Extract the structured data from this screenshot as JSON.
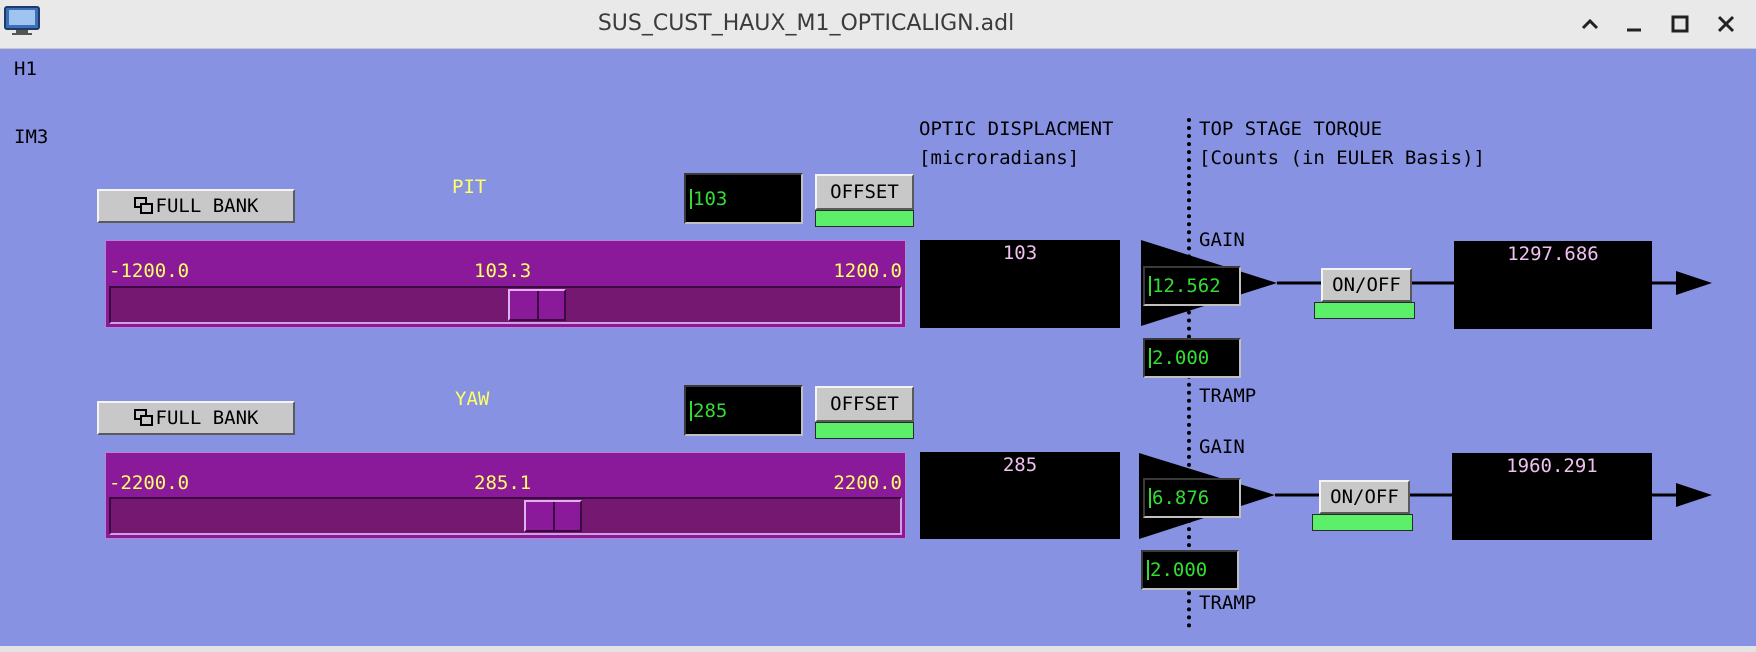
{
  "window": {
    "title": "SUS_CUST_HAUX_M1_OPTICALIGN.adl"
  },
  "labels": {
    "site": "H1",
    "stage": "IM3",
    "optic_heading": "OPTIC DISPLACMENT",
    "optic_units": "[microradians]",
    "torque_heading": "TOP STAGE TORQUE",
    "torque_units": "[Counts (in EULER Basis)]"
  },
  "rows": [
    {
      "name": "PIT",
      "full_bank_label": "FULL BANK",
      "offset_entry": "103",
      "offset_button": "OFFSET",
      "slider_min": "-1200.0",
      "slider_value_text": "103.3",
      "slider_max": "1200.0",
      "slider_value": 103.3,
      "slider_range": [
        -1200,
        1200
      ],
      "displacement": "103",
      "gain_label": "GAIN",
      "gain": "12.562",
      "tramp_label": "TRAMP",
      "tramp": "2.000",
      "onoff_label": "ON/OFF",
      "output": "1297.686"
    },
    {
      "name": "YAW",
      "full_bank_label": "FULL BANK",
      "offset_entry": "285",
      "offset_button": "OFFSET",
      "slider_min": "-2200.0",
      "slider_value_text": "285.1",
      "slider_max": "2200.0",
      "slider_value": 285.1,
      "slider_range": [
        -2200,
        2200
      ],
      "displacement": "285",
      "gain_label": "GAIN",
      "gain": "6.876",
      "tramp_label": "TRAMP",
      "tramp": "2.000",
      "onoff_label": "ON/OFF",
      "output": "1960.291"
    }
  ],
  "colors": {
    "background": "#8792e3",
    "slider": "#8a1a9a",
    "indicator_on": "#5cf06a",
    "entry_text": "#33dd33",
    "value_text": "#ffff66"
  }
}
